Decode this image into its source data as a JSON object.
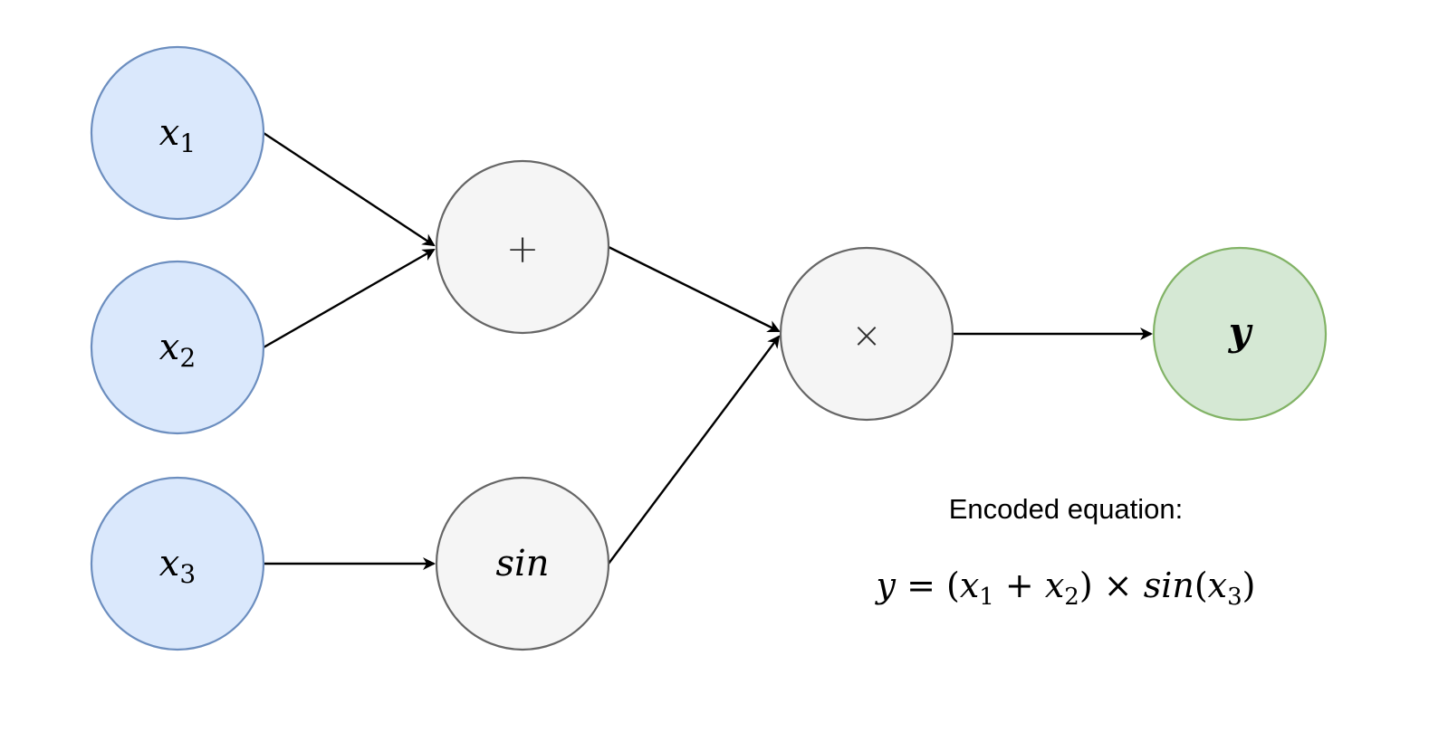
{
  "nodes": {
    "x1": {
      "var": "x",
      "sub": "1"
    },
    "x2": {
      "var": "x",
      "sub": "2"
    },
    "x3": {
      "var": "x",
      "sub": "3"
    },
    "add": {
      "symbol": "+"
    },
    "sin": {
      "label": "sin"
    },
    "mul": {
      "symbol": "×"
    },
    "y": {
      "label": "y"
    }
  },
  "caption": {
    "title": "Encoded equation:",
    "equation": {
      "lhs": "y",
      "eq": "=",
      "open": "(",
      "a_var": "x",
      "a_sub": "1",
      "plus": "+",
      "b_var": "x",
      "b_sub": "2",
      "close": ")",
      "times": "×",
      "func": "sin",
      "arg_open": "(",
      "c_var": "x",
      "c_sub": "3",
      "arg_close": ")"
    }
  },
  "colors": {
    "input_fill": "#dae8fc",
    "input_stroke": "#6c8ebf",
    "op_fill": "#f5f5f5",
    "op_stroke": "#666666",
    "output_fill": "#d5e8d4",
    "output_stroke": "#82b366",
    "edge": "#000000"
  }
}
